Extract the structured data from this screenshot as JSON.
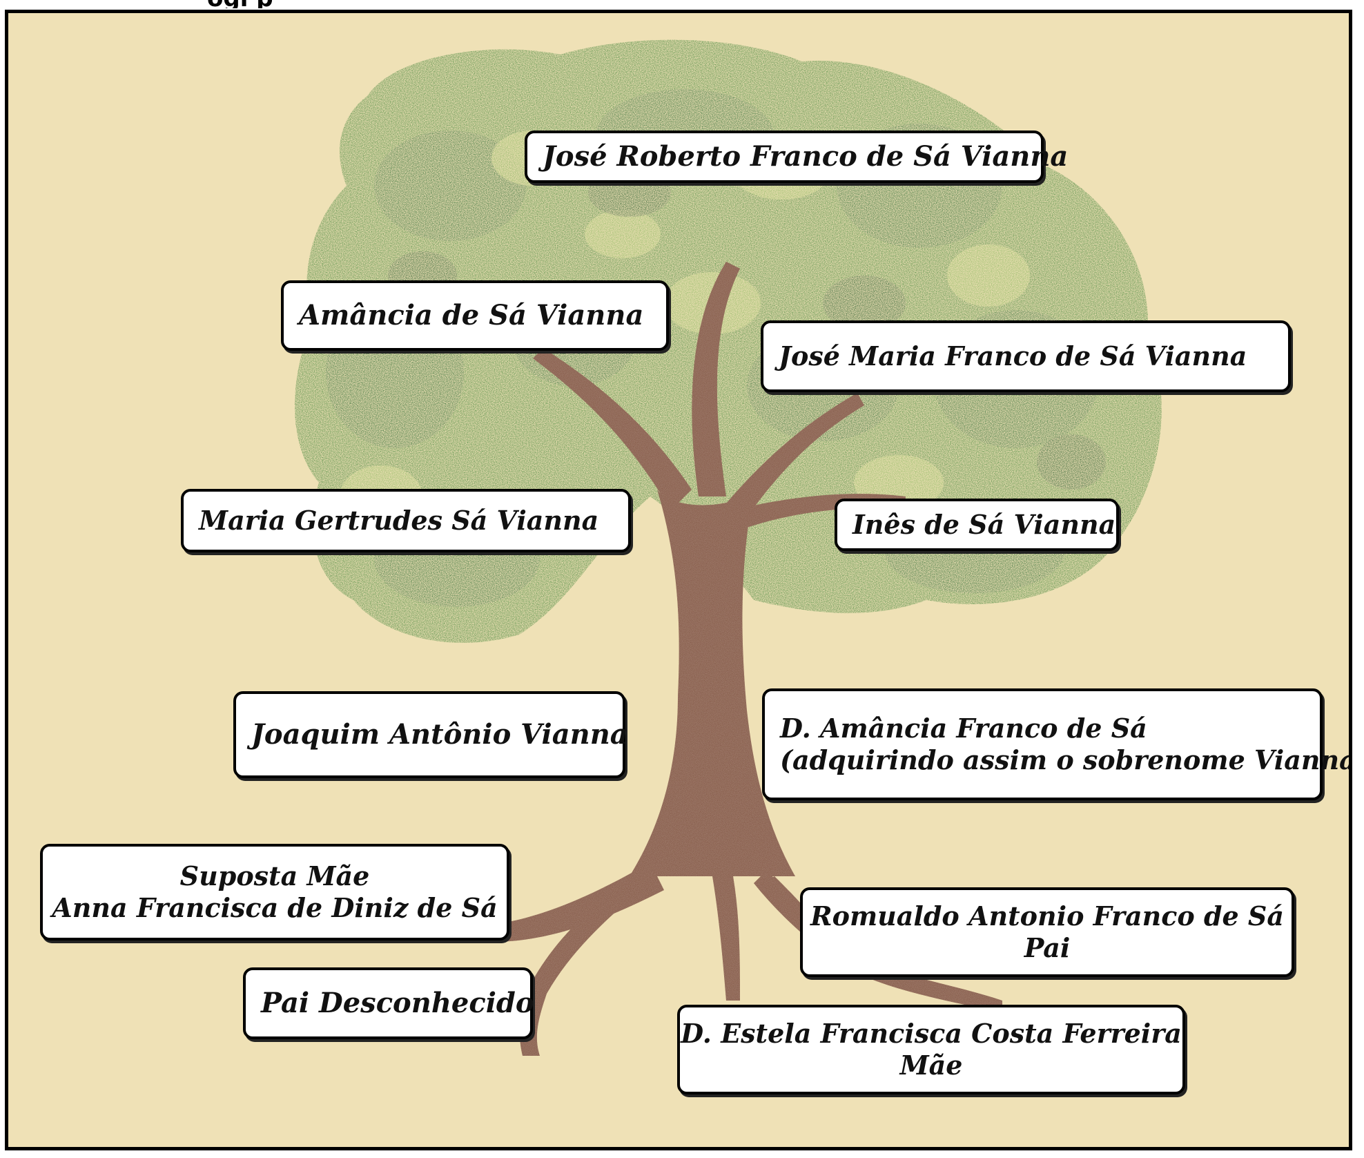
{
  "header": {
    "partial_text": "ogi                                                    p"
  },
  "people": {
    "jose_roberto": {
      "name": "José Roberto Franco de Sá Vianna"
    },
    "amancia": {
      "name": "Amância de Sá Vianna"
    },
    "jose_maria": {
      "name": "José Maria Franco de Sá Vianna"
    },
    "maria_gertrudes": {
      "name": "Maria Gertrudes Sá Vianna"
    },
    "ines": {
      "name": "Inês de Sá Vianna"
    },
    "joaquim": {
      "name": "Joaquim Antônio Vianna"
    },
    "d_amancia": {
      "name": "D. Amância Franco de Sá",
      "note": "(adquirindo assim o sobrenome Vianna),"
    },
    "suposta_mae": {
      "role": "Suposta Mãe",
      "name": "Anna Francisca de Diniz de Sá"
    },
    "pai_desconhecido": {
      "name": "Pai Desconhecido"
    },
    "romualdo": {
      "name": "Romualdo Antonio Franco de Sá",
      "role": "Pai"
    },
    "estela": {
      "name": "D. Estela Francisca Costa Ferreira",
      "role": "Mãe"
    }
  },
  "colors": {
    "background": "#efe1b6",
    "foliage_dark": "#3f7a3c",
    "foliage_mid": "#5f9a4a",
    "foliage_light": "#9ec46a",
    "trunk": "#7b4a35",
    "trunk_dark": "#5e3525",
    "label_fill": "#ffffff",
    "label_border": "#000000"
  }
}
